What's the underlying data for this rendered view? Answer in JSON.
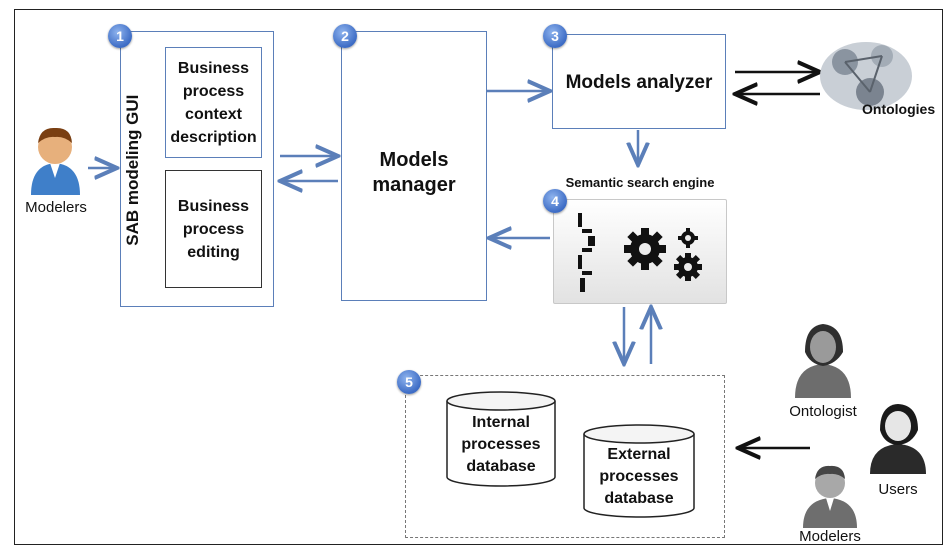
{
  "components": {
    "gui": {
      "number": "1",
      "title": "SAB modeling GUI",
      "context_desc": [
        "Business",
        "process",
        "context",
        "description"
      ],
      "editing": [
        "Business",
        "process",
        "editing"
      ]
    },
    "manager": {
      "number": "2",
      "title": [
        "Models",
        "manager"
      ]
    },
    "analyzer": {
      "number": "3",
      "title": "Models analyzer"
    },
    "search_engine": {
      "number": "4",
      "title": "Semantic search engine"
    },
    "databases": {
      "number": "5",
      "internal": [
        "Internal",
        "processes",
        "database"
      ],
      "external": [
        "External",
        "processes",
        "database"
      ]
    }
  },
  "external_entities": {
    "ontologies": "Ontologies"
  },
  "actors": {
    "modelers_left": "Modelers",
    "ontologist": "Ontologist",
    "users": "Users",
    "modelers_right": "Modelers"
  },
  "colors": {
    "blue_arrow": "#5b7fb9",
    "black_arrow": "#111111",
    "badge": "#3d6cc5"
  }
}
